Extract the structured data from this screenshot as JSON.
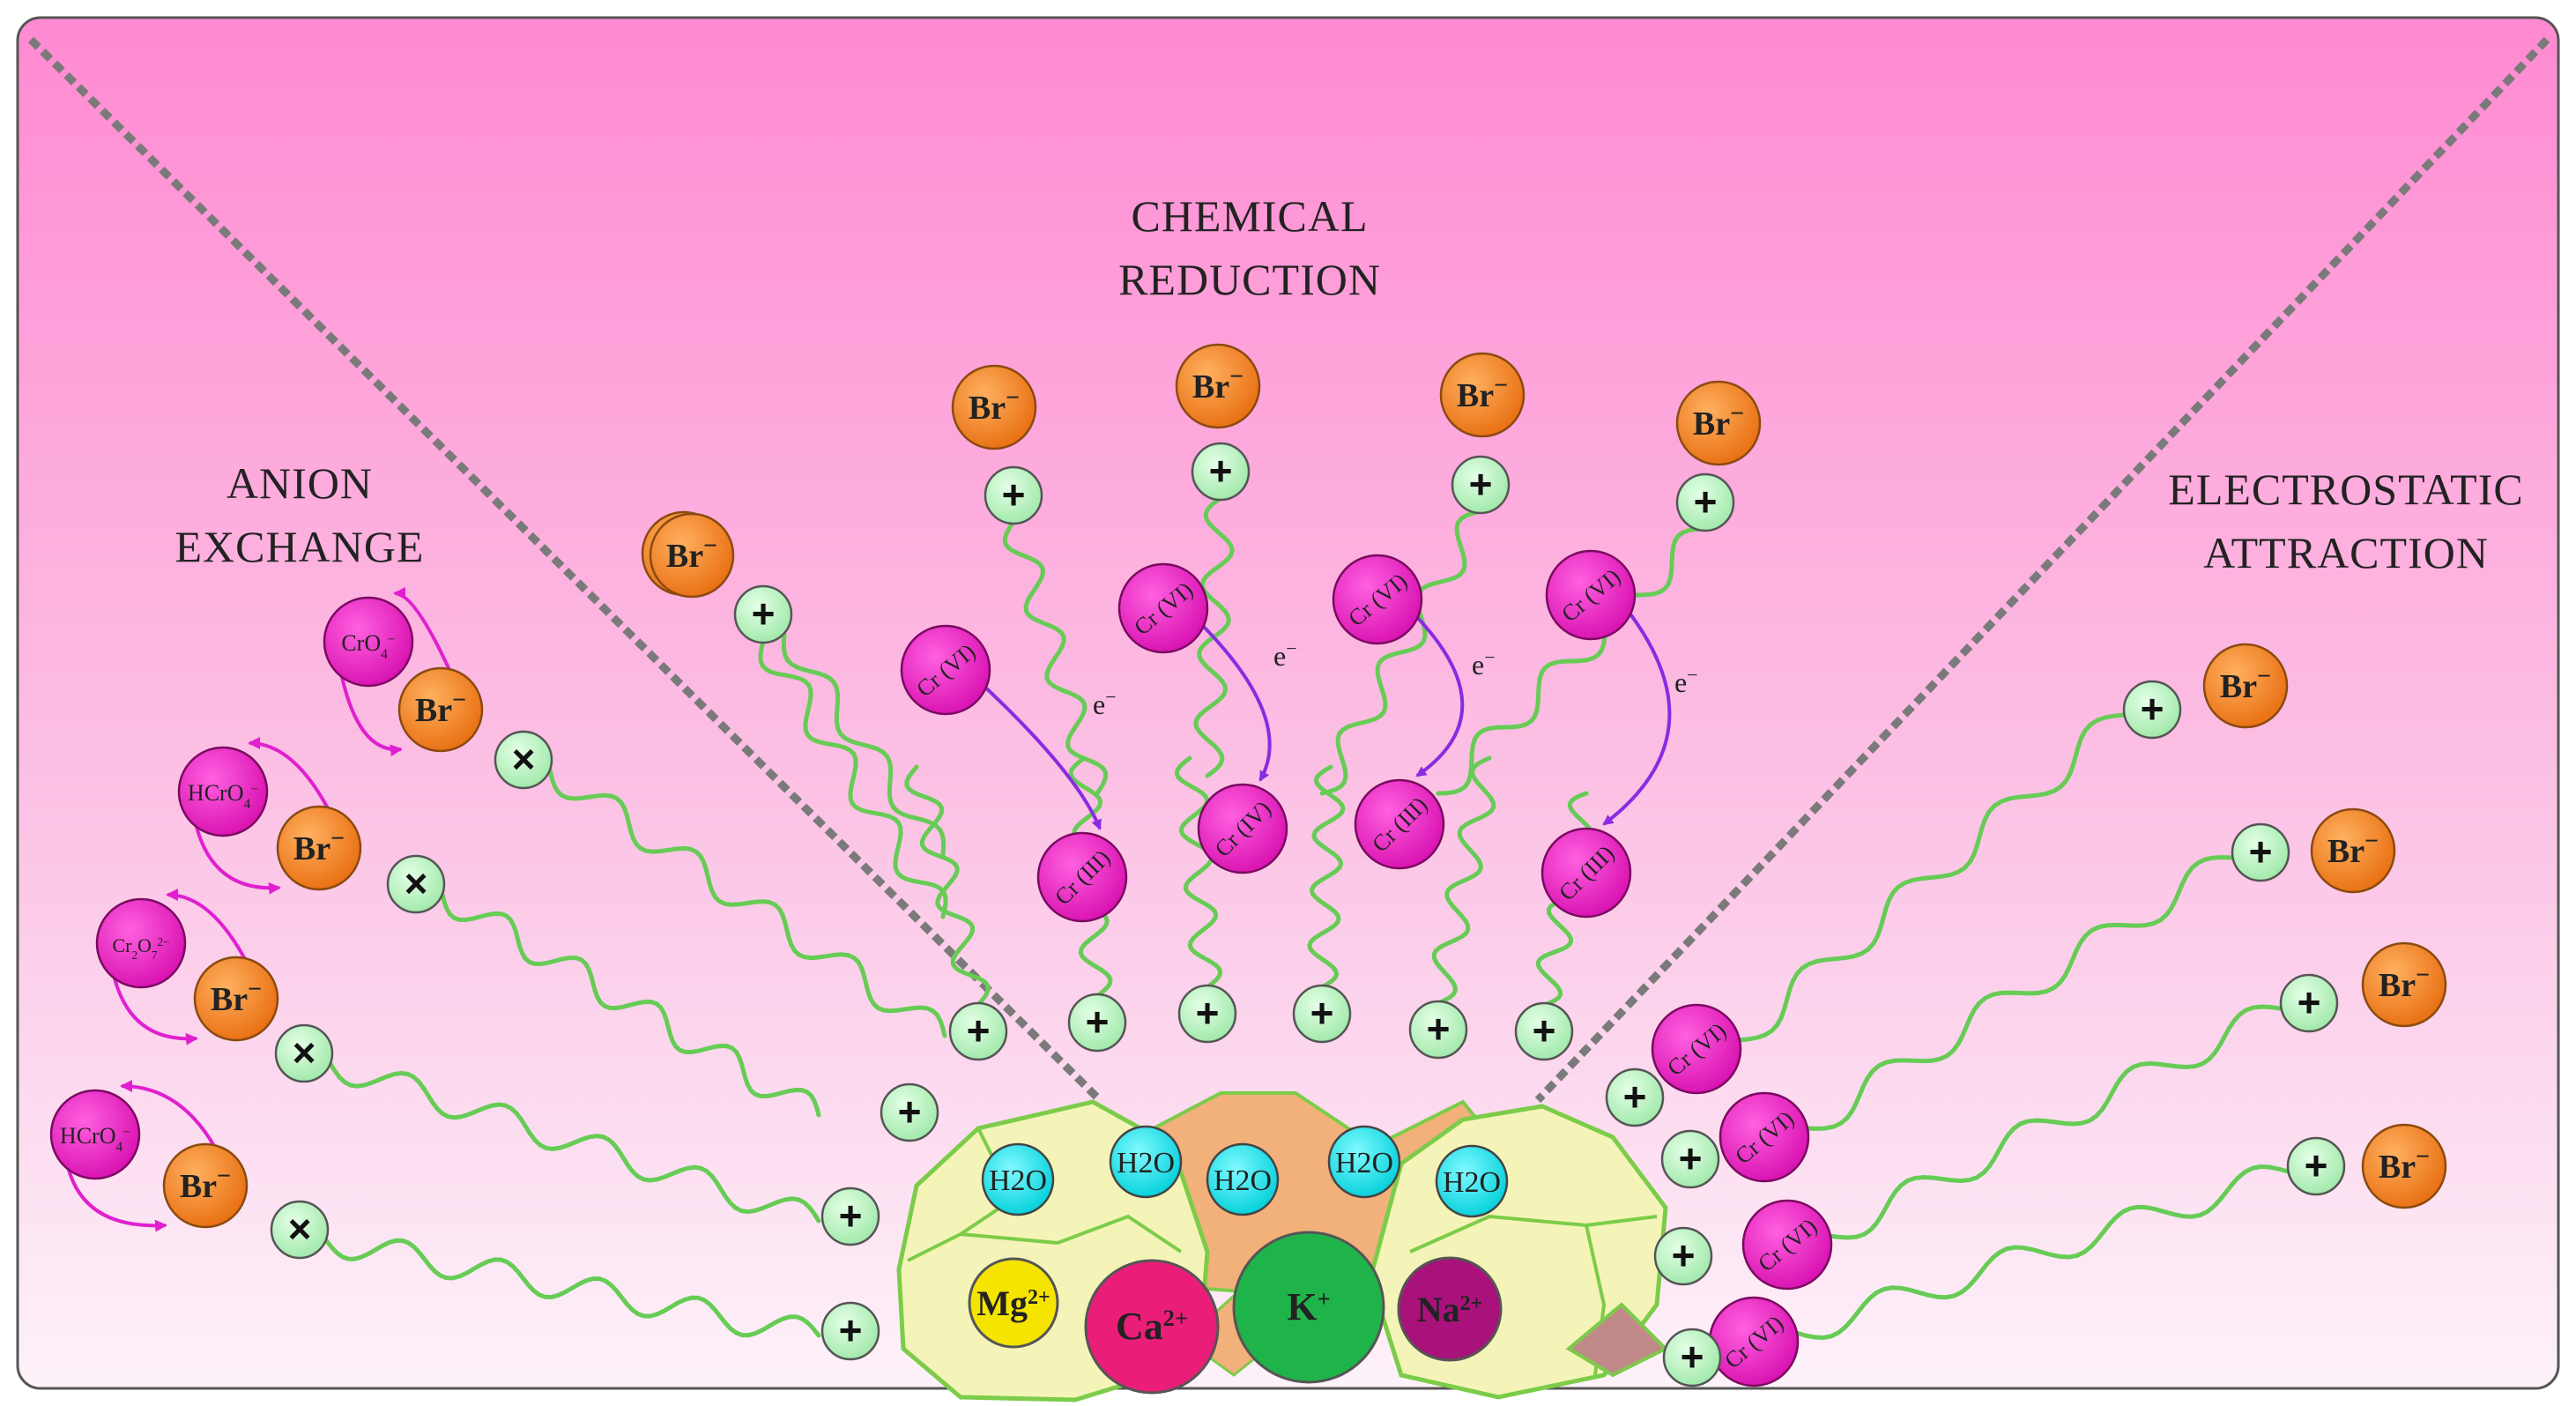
{
  "titles": {
    "anion_exchange": [
      "ANION",
      "EXCHANGE"
    ],
    "chemical_reduction": [
      "CHEMICAL",
      "REDUCTION"
    ],
    "electrostatic_attraction": [
      "ELECTROSTATIC",
      "ATTRACTION"
    ]
  },
  "labels": {
    "bromide": "Br",
    "cr6": "Cr (VI)",
    "cr4": "Cr (IV)",
    "cr3": "Cr (III)",
    "electron": "e",
    "water": "H2O",
    "plus": "+",
    "exchange_mark": "×"
  },
  "anion_exchange_species": [
    {
      "base": "CrO",
      "sub": "4",
      "sup": "−"
    },
    {
      "base": "HCrO",
      "sub": "4",
      "sup": "−"
    },
    {
      "base": "Cr",
      "sub": "2",
      "base2": "O",
      "sub2": "7",
      "sup": "2−"
    },
    {
      "base": "HCrO",
      "sub": "4",
      "sup": "−"
    }
  ],
  "mineral_cations": [
    {
      "base": "Mg",
      "sup": "2+",
      "color": "#f5e400"
    },
    {
      "base": "Ca",
      "sup": "2+",
      "color": "#ea1e78"
    },
    {
      "base": "K",
      "sup": "+",
      "color": "#1fb44a"
    },
    {
      "base": "Na",
      "sup": "2+",
      "color": "#a8127a"
    }
  ],
  "colors": {
    "bromide": "#f07e1e",
    "chromium": "#ee1cc4",
    "plus_node": "#b4f2bc",
    "chain": "#66cc55",
    "electron_arrow": "#8a2be2",
    "exchange_arrow": "#e020d0",
    "water": "#00e0ea",
    "background_top": "#ff8ad2",
    "background_bottom": "#fdf2f9",
    "clay": "#f5f4b8",
    "clay_edge": "#7ccc4a",
    "divider": "#777777"
  }
}
